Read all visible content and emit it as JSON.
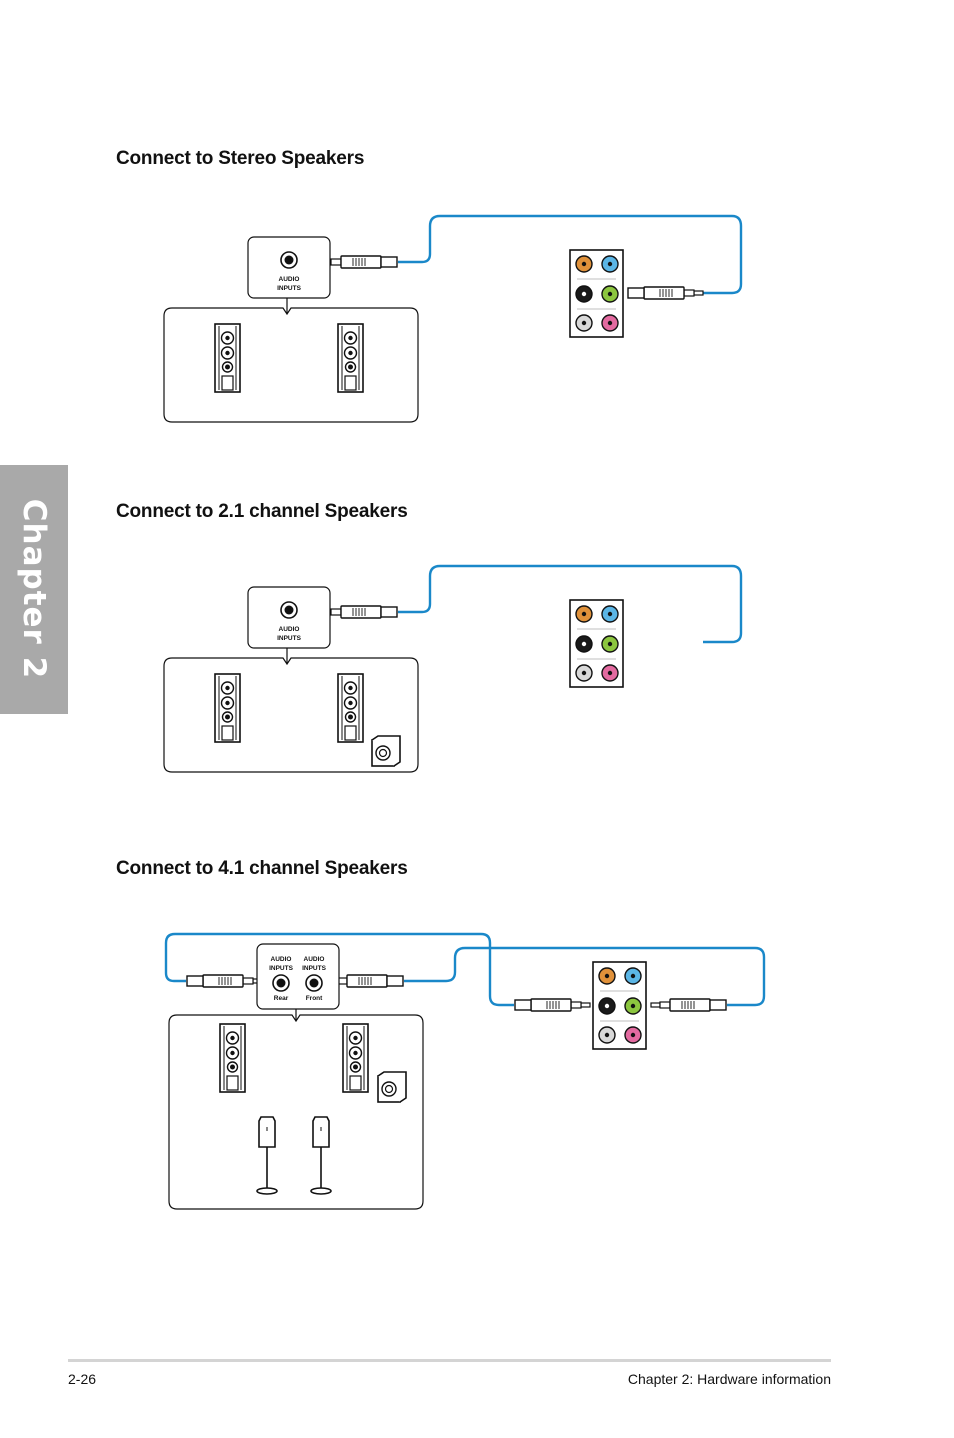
{
  "chapter_tab": "Chapter 2",
  "sections": [
    {
      "title": "Connect to Stereo Speakers",
      "input_label_1": "AUDIO",
      "input_label_2": "INPUTS"
    },
    {
      "title": "Connect to 2.1 channel Speakers",
      "input_label_1": "AUDIO",
      "input_label_2": "INPUTS"
    },
    {
      "title": "Connect to 4.1 channel Speakers",
      "rear": {
        "label_1": "AUDIO",
        "label_2": "INPUTS",
        "caption": "Rear"
      },
      "front": {
        "label_1": "AUDIO",
        "label_2": "INPUTS",
        "caption": "Front"
      }
    }
  ],
  "colors": {
    "cable": "#1a88c9",
    "jack_orange": "#e0913a",
    "jack_blue": "#5bb6e6",
    "jack_black": "#1a1a1a",
    "jack_green": "#8cc63f",
    "jack_gray": "#d8d8d8",
    "jack_pink": "#e36aa0"
  },
  "footer": {
    "page": "2-26",
    "chapter": "Chapter 2: Hardware information"
  }
}
